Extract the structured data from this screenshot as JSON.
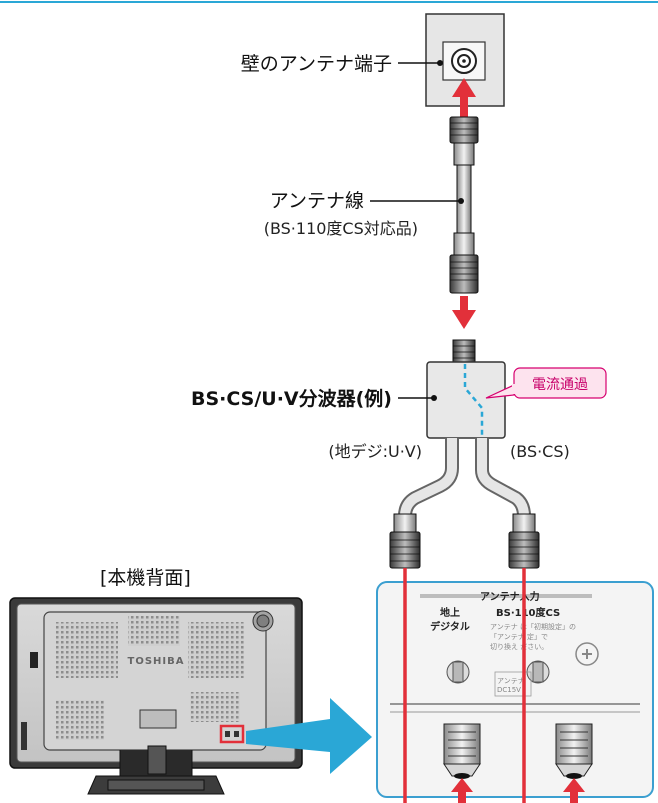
{
  "labels": {
    "wall_outlet": "壁のアンテナ端子",
    "antenna_cable": "アンテナ線",
    "antenna_cable_note": "(BS·110度CS対応品)",
    "splitter": "BS·CS/U·V分波器(例)",
    "current_flow": "電流通過",
    "terrestrial_branch": "(地デジ:U·V)",
    "satellite_branch": "(BS·CS)",
    "tv_back": "[本機背面]",
    "brand": "TOSHIBA"
  },
  "panel": {
    "header": "アンテナ入力",
    "terrestrial_label_1": "地上",
    "terrestrial_label_2": "デジタル",
    "satellite_label": "BS·110度CS",
    "note_line_1": "アンテナ は「初期設定」の",
    "note_line_2": "「アンテナ 定」で",
    "note_line_3": "切り換え ださい。",
    "power_note_1": "アンテナ",
    "power_note_2": "DC15V"
  },
  "colors": {
    "accent_cyan": "#2aa7d6",
    "arrow_red": "#e2303a",
    "magenta": "#d6006f",
    "panel_border": "#3b9fd0"
  }
}
